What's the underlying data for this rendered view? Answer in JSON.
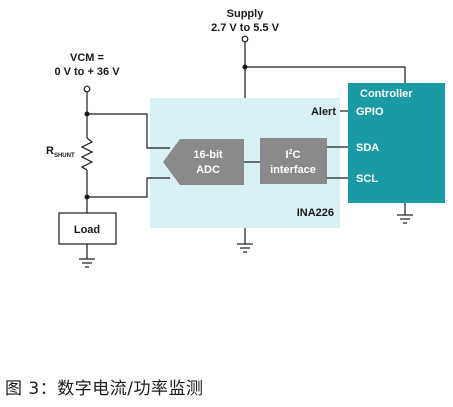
{
  "supply": {
    "line1": "Supply",
    "line2": "2.7 V to 5.5 V"
  },
  "vcm": {
    "line1": "VCM =",
    "line2": "0 V to + 36 V"
  },
  "shunt": {
    "label_main": "R",
    "label_sub": "SHUNT"
  },
  "load": {
    "label": "Load"
  },
  "ina": {
    "name": "INA226",
    "alert_label": "Alert"
  },
  "adc": {
    "line1": "16-bit",
    "line2": "ADC"
  },
  "i2c": {
    "line1_prefix": "I",
    "line1_sup": "2",
    "line1_suffix": "C",
    "line2": "interface"
  },
  "controller": {
    "title": "Controller",
    "pins": [
      "GPIO",
      "SDA",
      "SCL"
    ]
  },
  "colors": {
    "ina_fill": "#d9f0f5",
    "controller_fill": "#1a9aa5",
    "block_fill": "#8a8a8a"
  },
  "caption": "图 3：数字电流/功率监测"
}
